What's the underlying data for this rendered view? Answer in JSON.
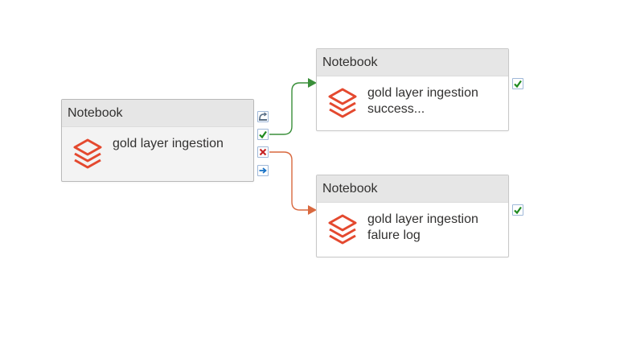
{
  "activities": [
    {
      "id": "source",
      "type_label": "Notebook",
      "name": "gold layer ingestion"
    },
    {
      "id": "success",
      "type_label": "Notebook",
      "name": "gold layer ingestion success..."
    },
    {
      "id": "failure",
      "type_label": "Notebook",
      "name": "gold layer ingestion falure log"
    }
  ],
  "colors": {
    "success_path": "#3a8f3a",
    "failure_path": "#d9693f",
    "icon": "#e4492f",
    "check": "#1f8a1f",
    "cross": "#c72525",
    "arrow": "#1a73c7"
  },
  "icons": {
    "activity_icon": "databricks-stack-icon",
    "skip": "curved-arrow-icon",
    "success": "check-icon",
    "failure": "x-icon",
    "completion": "right-arrow-icon"
  }
}
